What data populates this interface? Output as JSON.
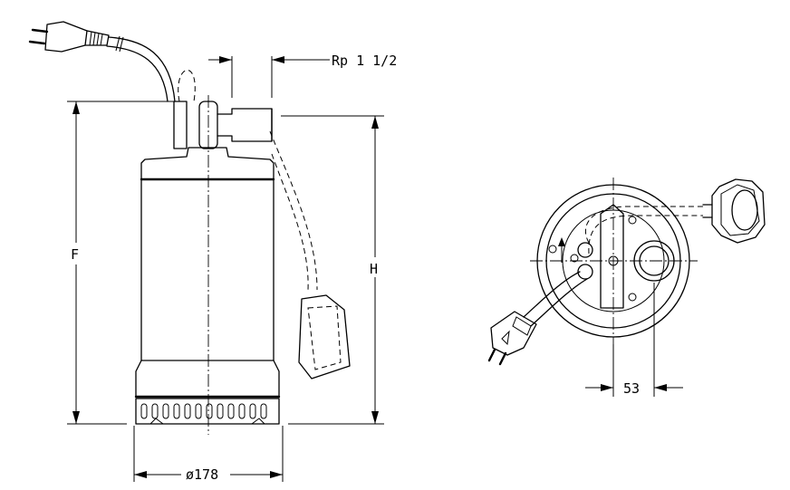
{
  "labels": {
    "connection": "Rp  1  1/2",
    "height_f": "F",
    "height_h": "H",
    "diameter": "ø178",
    "offset": "53"
  }
}
